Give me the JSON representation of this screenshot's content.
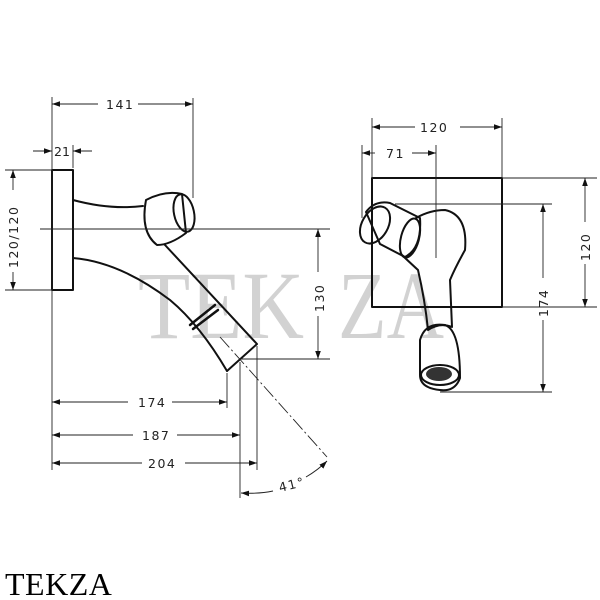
{
  "watermark": "TEKZA",
  "brand": "TEKZA",
  "side_view": {
    "dims": {
      "overall_depth": "141",
      "plate_thickness": "21",
      "plate_size": "120/120",
      "height_drop": "130",
      "spout_174": "174",
      "spout_187": "187",
      "spout_204": "204",
      "angle": "41°"
    }
  },
  "front_view": {
    "dims": {
      "plate_width": "120",
      "handle_offset": "71",
      "plate_height": "120",
      "overall_height": "174"
    }
  }
}
